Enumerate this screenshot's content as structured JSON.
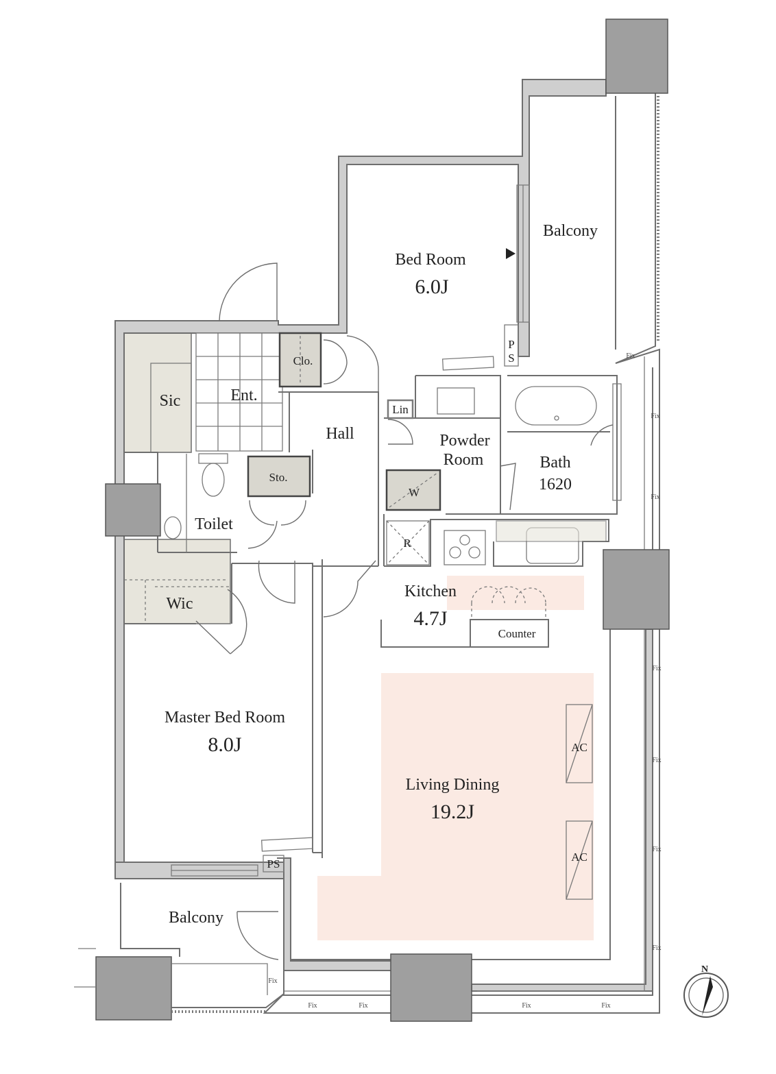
{
  "rooms": {
    "bedroom": {
      "name": "Bed Room",
      "area": "6.0J"
    },
    "balcony_north": {
      "name": "Balcony"
    },
    "sic": {
      "name": "Sic"
    },
    "entrance": {
      "name": "Ent."
    },
    "closet": {
      "name": "Clo."
    },
    "hall": {
      "name": "Hall"
    },
    "linen": {
      "name": "Lin"
    },
    "powder_room": {
      "name": "Powder\nRoom",
      "line1": "Powder",
      "line2": "Room"
    },
    "bath": {
      "name": "Bath",
      "size": "1620"
    },
    "storage": {
      "name": "Sto."
    },
    "toilet": {
      "name": "Toilet"
    },
    "washer": {
      "name": "W"
    },
    "refrigerator": {
      "name": "R"
    },
    "kitchen": {
      "name": "Kitchen",
      "area": "4.7J"
    },
    "counter": {
      "name": "Counter"
    },
    "wic": {
      "name": "Wic"
    },
    "master_bedroom": {
      "name": "Master Bed Room",
      "area": "8.0J"
    },
    "living_dining": {
      "name": "Living Dining",
      "area": "19.2J"
    },
    "balcony_south": {
      "name": "Balcony"
    }
  },
  "equipment": {
    "pipe_space": "PS",
    "ps_vertical": [
      "P",
      "S"
    ],
    "air_conditioner": "AC",
    "fixed_window": "Fix"
  },
  "compass": {
    "north": "N"
  },
  "colors": {
    "wall": "#cfcfcf",
    "storage": "#e7e5dc",
    "living_highlight": "#fbeae3",
    "pillar": "#9f9f9f"
  }
}
